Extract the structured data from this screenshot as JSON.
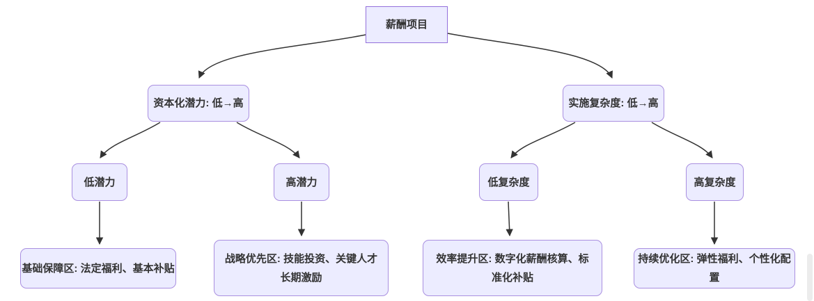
{
  "diagram": {
    "kind": "flowchart-top-down",
    "nodes": {
      "root": {
        "label": "薪酬项目",
        "shape": "rect"
      },
      "capital_axis": {
        "label": "资本化潜力: 低→高",
        "shape": "rounded"
      },
      "complexity_axis": {
        "label": "实施复杂度: 低→高",
        "shape": "rounded"
      },
      "low_potential": {
        "label": "低潜力",
        "shape": "rounded"
      },
      "high_potential": {
        "label": "高潜力",
        "shape": "rounded"
      },
      "low_complexity": {
        "label": "低复杂度",
        "shape": "rounded"
      },
      "high_complexity": {
        "label": "高复杂度",
        "shape": "rounded"
      },
      "basic_zone": {
        "label": "基础保障区: 法定福利、基本补贴",
        "shape": "rounded"
      },
      "strategic_zone": {
        "label": "战略优先区: 技能投资、关键人才长期激励",
        "shape": "rounded"
      },
      "efficiency_zone": {
        "label": "效率提升区: 数字化薪酬核算、标准化补贴",
        "shape": "rounded"
      },
      "continuous_zone": {
        "label": "持续优化区: 弹性福利、个性化配置",
        "shape": "rounded"
      }
    },
    "edges": [
      {
        "from": "root",
        "to": "capital_axis"
      },
      {
        "from": "root",
        "to": "complexity_axis"
      },
      {
        "from": "capital_axis",
        "to": "low_potential"
      },
      {
        "from": "capital_axis",
        "to": "high_potential"
      },
      {
        "from": "complexity_axis",
        "to": "low_complexity"
      },
      {
        "from": "complexity_axis",
        "to": "high_complexity"
      },
      {
        "from": "low_potential",
        "to": "basic_zone"
      },
      {
        "from": "high_potential",
        "to": "strategic_zone"
      },
      {
        "from": "low_complexity",
        "to": "efficiency_zone"
      },
      {
        "from": "high_complexity",
        "to": "continuous_zone"
      }
    ],
    "colors": {
      "node_fill": "#ECECFF",
      "node_border_rect": "#9370DB",
      "node_border_rounded": "#a98fe0",
      "edge": "#333333",
      "text": "#333333",
      "background": "#ffffff"
    }
  }
}
